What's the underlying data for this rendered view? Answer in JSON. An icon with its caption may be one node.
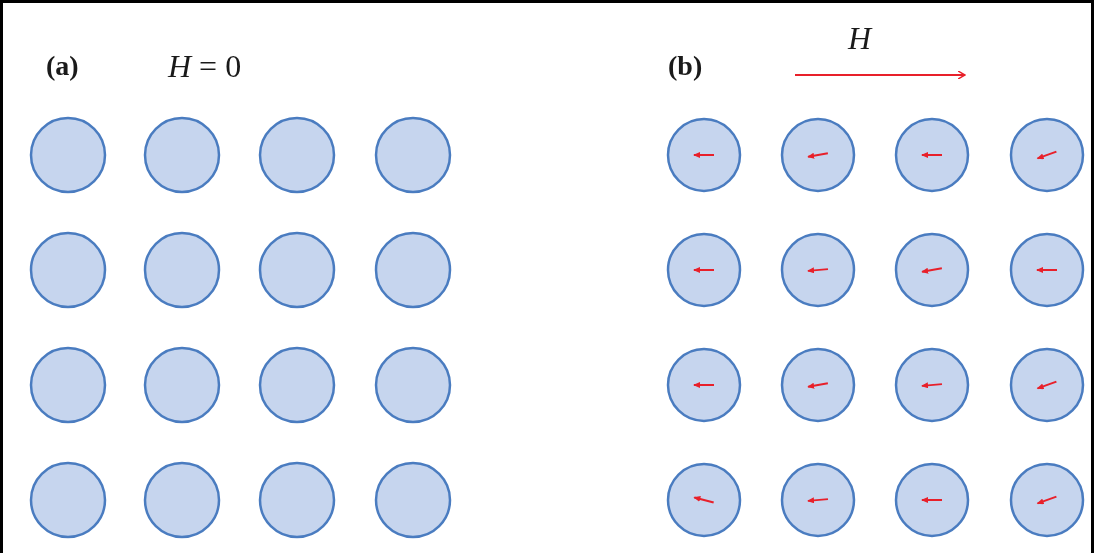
{
  "diagram": {
    "labels": [
      "(a)",
      "*H* = 0",
      "(b)",
      "*H*"
    ]
  }
}
